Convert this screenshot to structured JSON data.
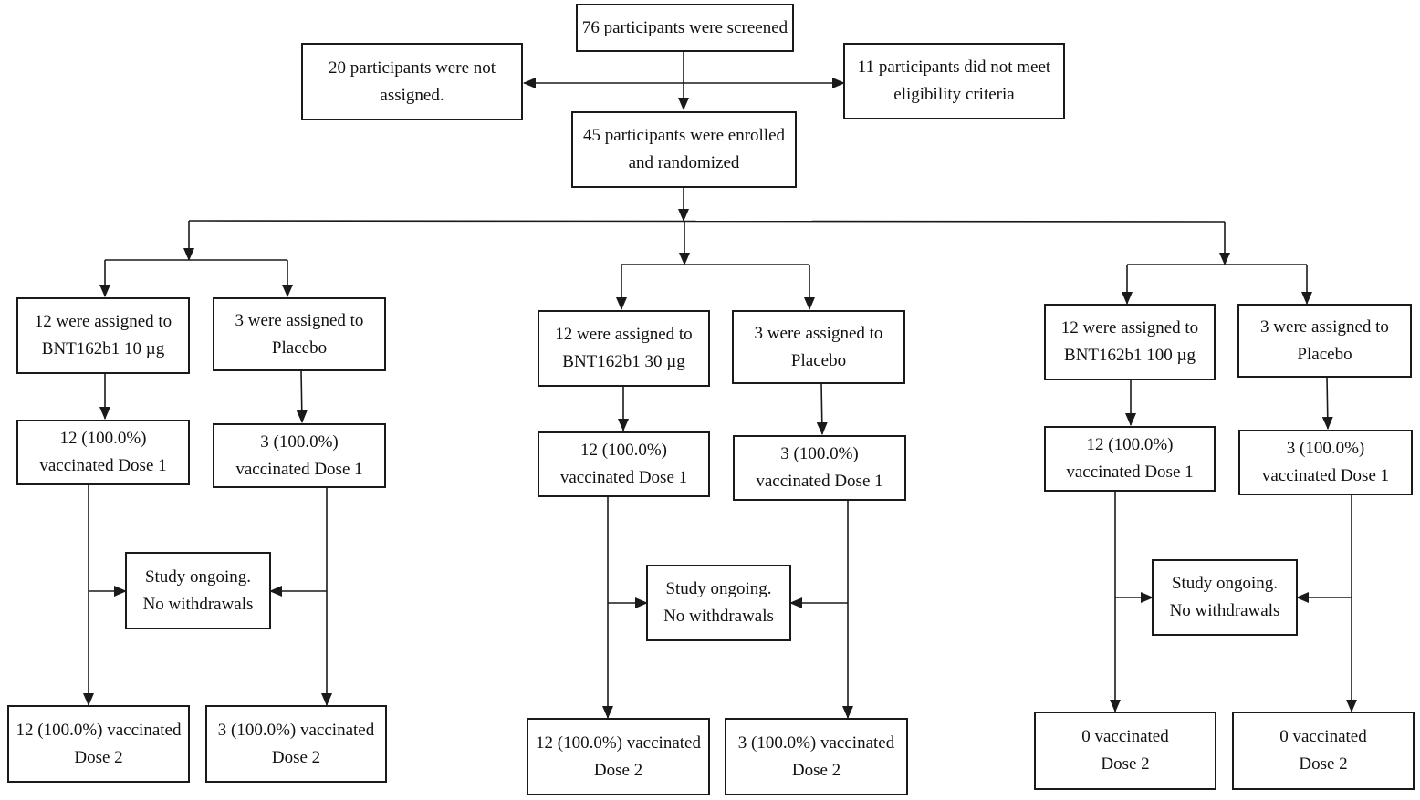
{
  "screening": {
    "screened": [
      "76 participants were screened"
    ],
    "not_assigned": [
      "20 participants were not",
      "assigned."
    ],
    "ineligible": [
      "11 participants did not meet",
      "eligibility criteria"
    ],
    "enrolled": [
      "45 participants were enrolled",
      "and randomized"
    ]
  },
  "groups": {
    "g10": {
      "vaccine_assigned": [
        "12 were assigned to",
        "BNT162b1  10 µg"
      ],
      "placebo_assigned": [
        "3 were assigned to",
        "Placebo"
      ],
      "vaccine_dose1": [
        "12 (100.0%)",
        "vaccinated Dose 1"
      ],
      "placebo_dose1": [
        "3 (100.0%)",
        "vaccinated Dose 1"
      ],
      "status": [
        "Study ongoing.",
        "No withdrawals"
      ],
      "vaccine_dose2": [
        "12 (100.0%) vaccinated",
        "Dose 2"
      ],
      "placebo_dose2": [
        "3 (100.0%) vaccinated",
        "Dose 2"
      ]
    },
    "g30": {
      "vaccine_assigned": [
        "12 were assigned to",
        "BNT162b1  30 µg"
      ],
      "placebo_assigned": [
        "3 were assigned to",
        "Placebo"
      ],
      "vaccine_dose1": [
        "12 (100.0%)",
        "vaccinated Dose 1"
      ],
      "placebo_dose1": [
        "3 (100.0%)",
        "vaccinated Dose 1"
      ],
      "status": [
        "Study ongoing.",
        "No withdrawals"
      ],
      "vaccine_dose2": [
        "12 (100.0%) vaccinated",
        "Dose 2"
      ],
      "placebo_dose2": [
        "3 (100.0%) vaccinated",
        "Dose 2"
      ]
    },
    "g100": {
      "vaccine_assigned": [
        "12 were assigned to",
        "BNT162b1  100 µg"
      ],
      "placebo_assigned": [
        "3 were assigned to",
        "Placebo"
      ],
      "vaccine_dose1": [
        "12 (100.0%)",
        "vaccinated Dose 1"
      ],
      "placebo_dose1": [
        "3 (100.0%)",
        "vaccinated Dose 1"
      ],
      "status": [
        "Study ongoing.",
        "No withdrawals"
      ],
      "vaccine_dose2": [
        "0 vaccinated",
        "Dose 2"
      ],
      "placebo_dose2": [
        "0 vaccinated",
        "Dose 2"
      ]
    }
  },
  "colors": {
    "line": "#1a1a1a",
    "box_border": "#1a1a1a",
    "background": "#ffffff",
    "text": "#111111"
  }
}
